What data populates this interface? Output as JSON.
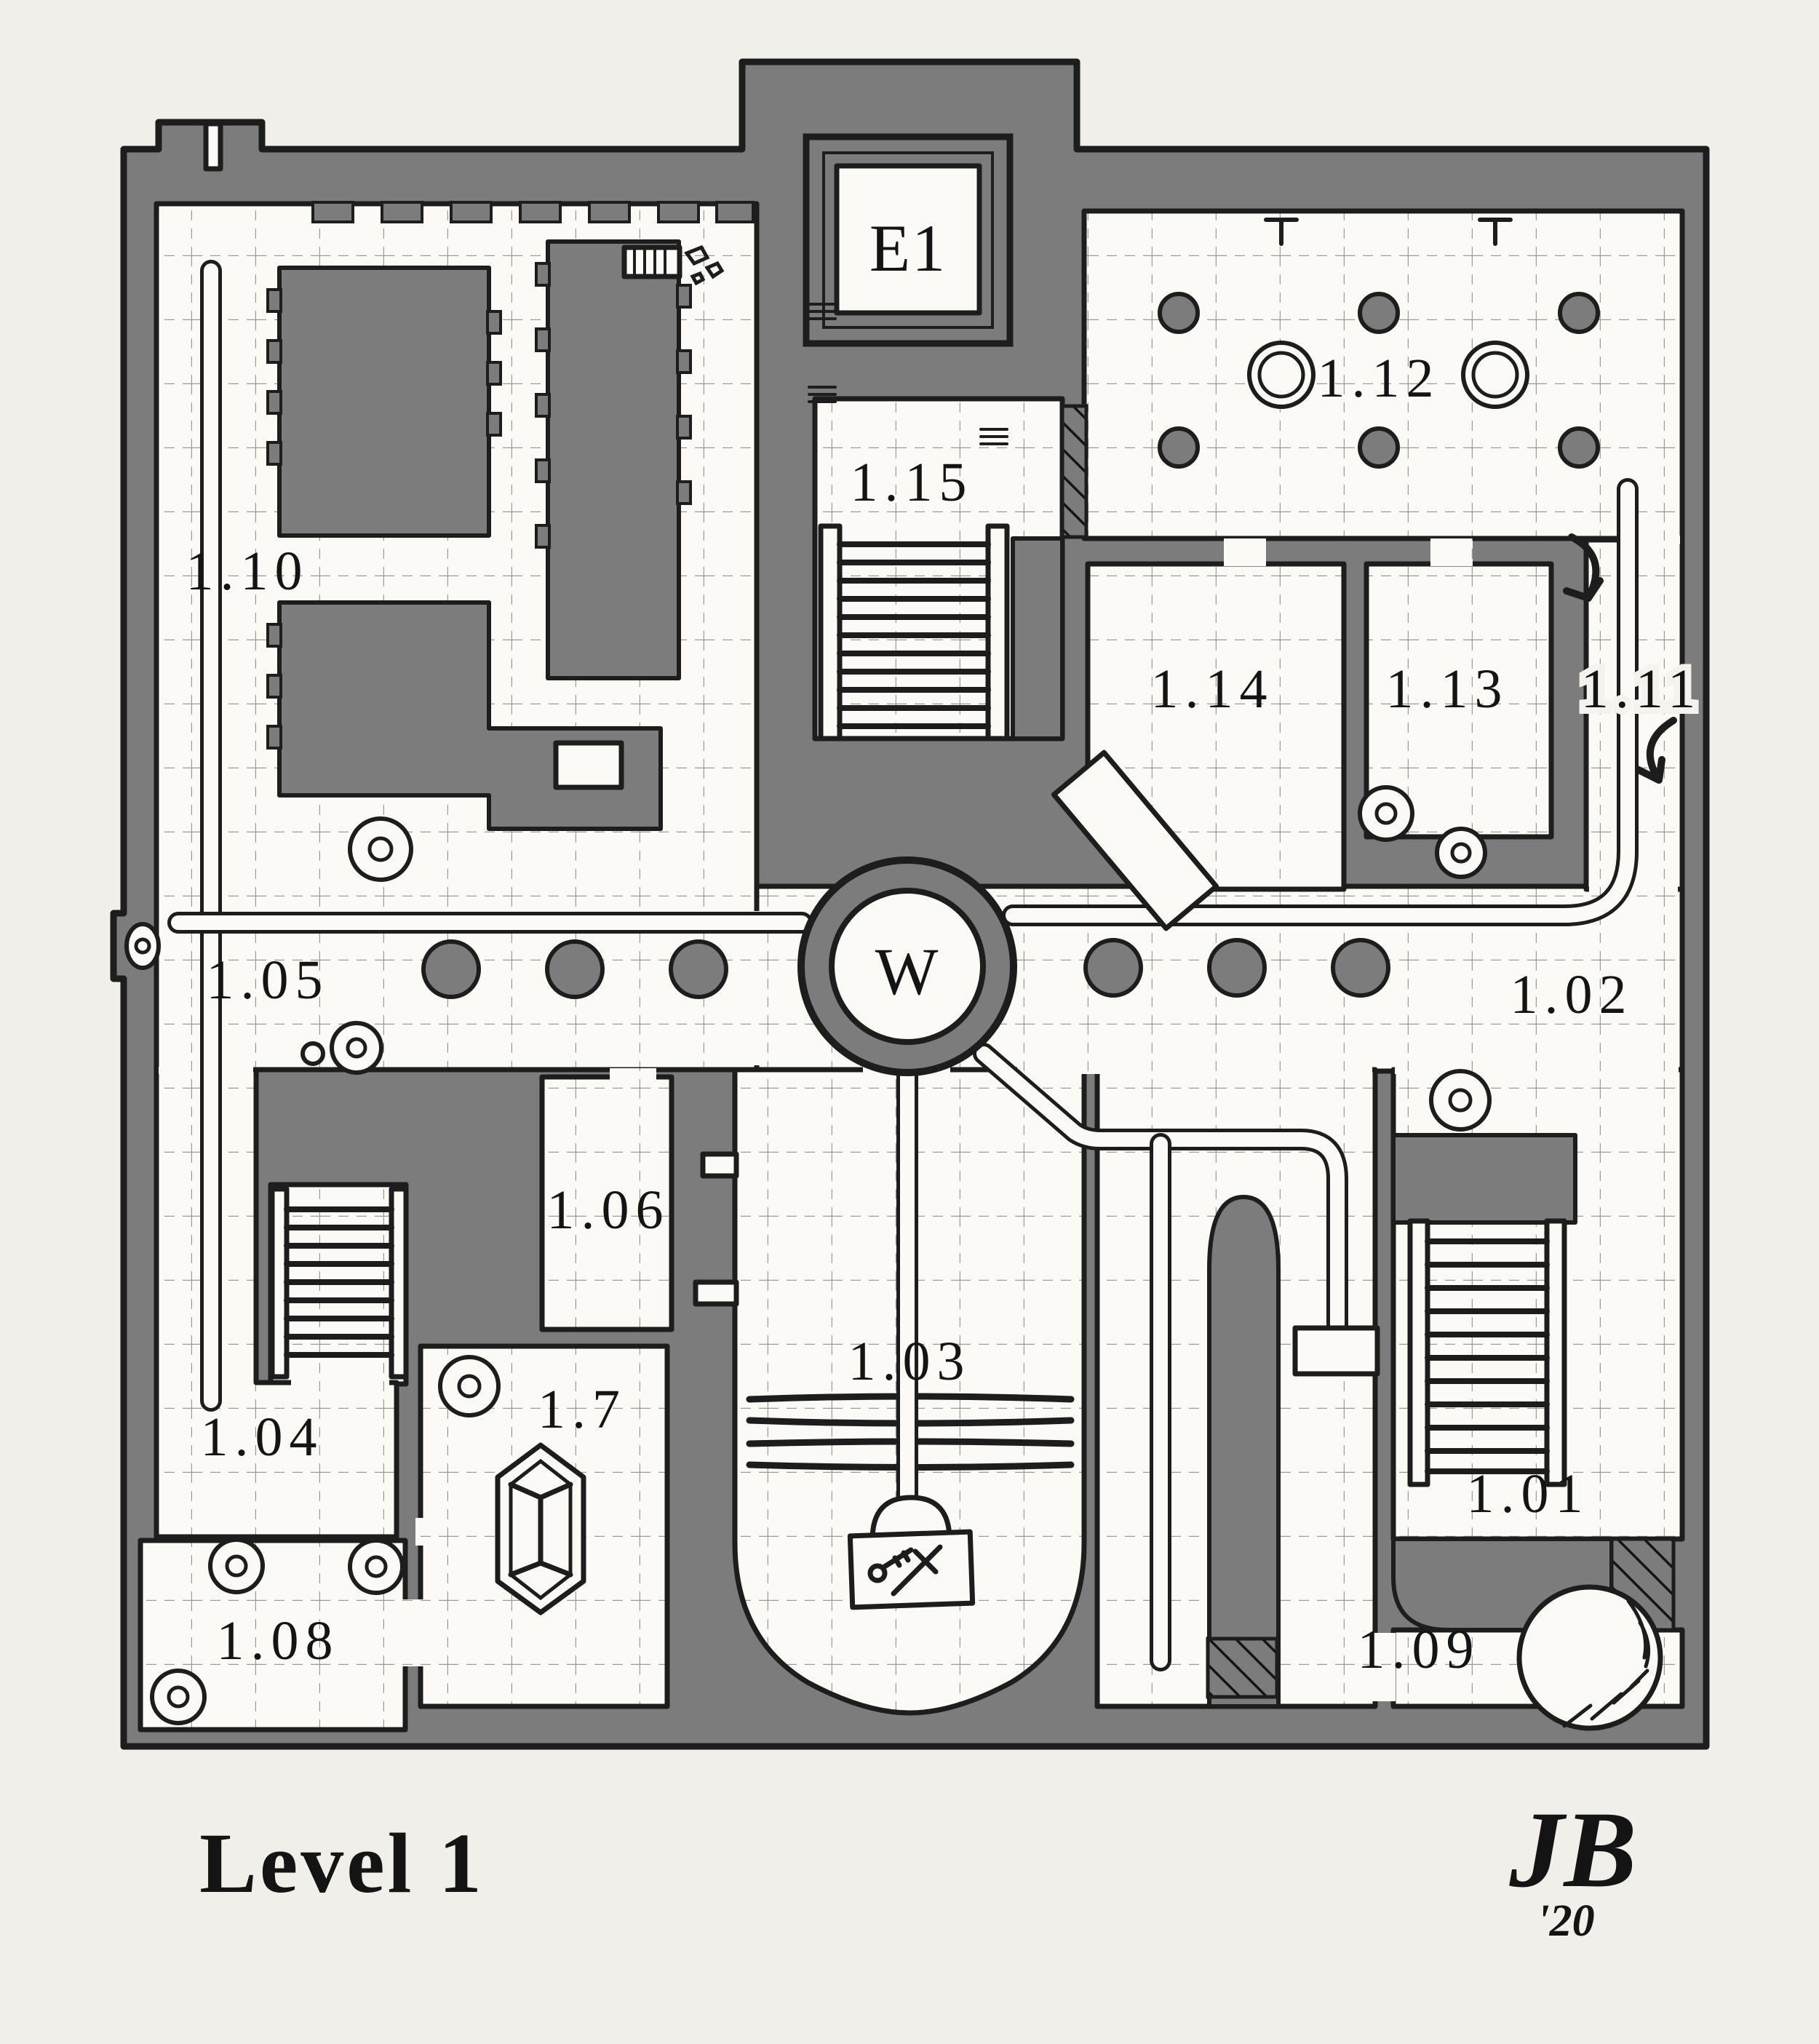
{
  "map": {
    "title": "Level 1",
    "signature": {
      "initials": "JB",
      "year": "'20"
    },
    "rooms": {
      "e1": {
        "label": "E1"
      },
      "w": {
        "label": "W"
      },
      "r1_01": {
        "label": "1.01"
      },
      "r1_02": {
        "label": "1.02"
      },
      "r1_03": {
        "label": "1.03"
      },
      "r1_04": {
        "label": "1.04"
      },
      "r1_05": {
        "label": "1.05"
      },
      "r1_06": {
        "label": "1.06"
      },
      "r1_7": {
        "label": "1.7"
      },
      "r1_08": {
        "label": "1.08"
      },
      "r1_09": {
        "label": "1.09"
      },
      "r1_10": {
        "label": "1.10"
      },
      "r1_11": {
        "label": "1.11"
      },
      "r1_12": {
        "label": "1.12"
      },
      "r1_13": {
        "label": "1.13"
      },
      "r1_14": {
        "label": "1.14"
      },
      "r1_15": {
        "label": "1.15"
      }
    },
    "features": {
      "well": "central well with water channels",
      "entrance": "E1 entry tower",
      "stairs": [
        "1.15 stairs",
        "southwest stairs",
        "1.01 stairs"
      ],
      "objects": [
        "gem crystal (1.7)",
        "altar with crossed weapons (1.03)",
        "boulder sphere (1.09)",
        "bed (1.14)"
      ]
    },
    "colors": {
      "paper": "#f1efe9",
      "wall": "#7c7c7c",
      "floor": "#fbfaf6",
      "ink": "#1d1d1d"
    }
  }
}
